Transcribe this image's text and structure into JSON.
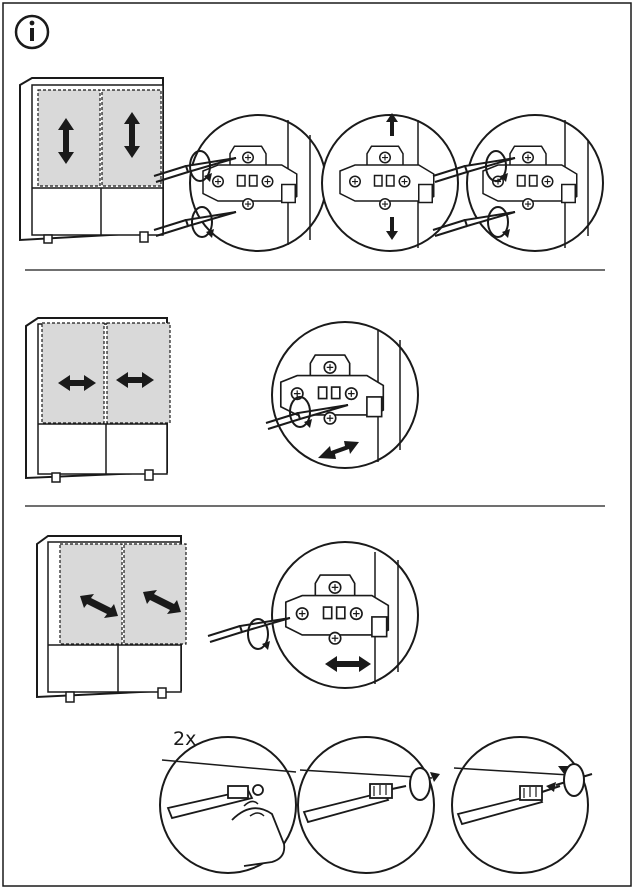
{
  "header": {
    "info_icon": "info-icon"
  },
  "steps": [
    {
      "id": "vertical-adjustment",
      "arrows": "up-down"
    },
    {
      "id": "lateral-adjustment",
      "arrows": "left-right"
    },
    {
      "id": "depth-adjustment",
      "arrows": "diagonal"
    }
  ],
  "damper_step": {
    "count_label": "2x"
  },
  "colors": {
    "ink": "#1a1a1a",
    "door_fill": "#d9d9d9",
    "paper": "#ffffff"
  }
}
